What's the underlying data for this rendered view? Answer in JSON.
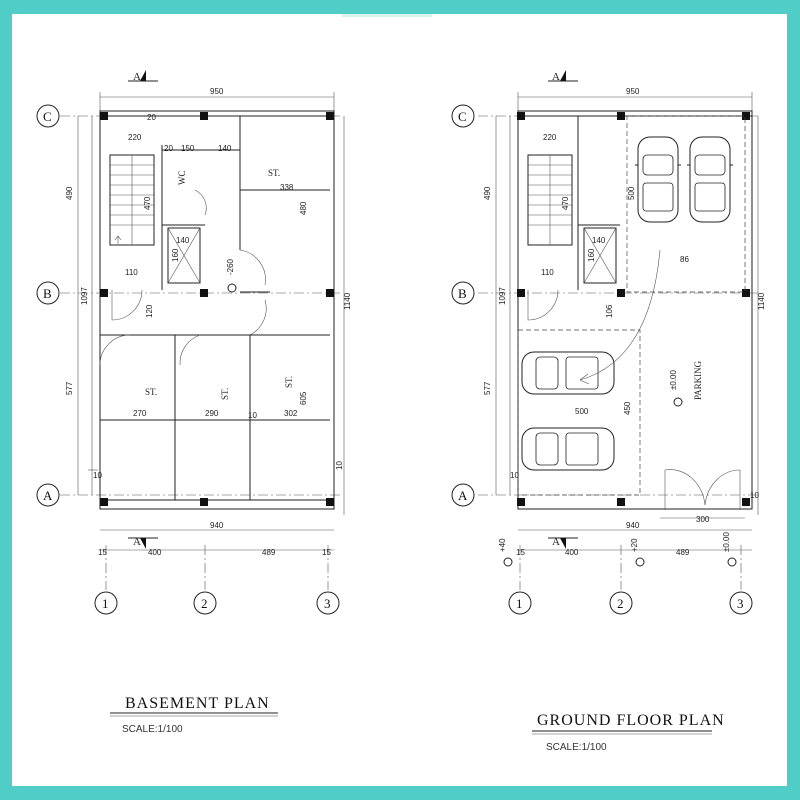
{
  "basement": {
    "title": "BASEMENT     PLAN",
    "scale": "SCALE:1/100",
    "dims": {
      "top_overall": "950",
      "bottom_overall": "940",
      "bottom_left": "400",
      "bottom_right": "489",
      "edge_left": "15",
      "edge_right": "15",
      "left_upper": "490",
      "left_middle": "1097",
      "left_lower": "577",
      "right_overall": "1140",
      "stair_width": "220",
      "wc_150": "150",
      "w_140": "140",
      "d_20a": "20",
      "d_20b": "20",
      "stair_470": "470",
      "lift_140": "140",
      "lift_160": "160",
      "d_110": "110",
      "d_120": "120",
      "st_338": "338",
      "st_480": "480",
      "level": "-260",
      "st_270": "270",
      "st_290": "290",
      "st_302": "302",
      "st_605": "605",
      "d_10a": "10",
      "d_10b": "10",
      "d_10c": "10"
    },
    "rooms": {
      "wc": "WC",
      "st_top": "ST.",
      "st_left": "ST.",
      "st_mid": "ST.",
      "st_right": "ST."
    },
    "bubbles": {
      "c": "C",
      "b": "B",
      "a": "A",
      "n1": "1",
      "n2": "2",
      "n3": "3"
    },
    "section": {
      "top": "A",
      "bottom": "A"
    }
  },
  "ground": {
    "title": "GROUND  FLOOR  PLAN",
    "scale": "SCALE:1/100",
    "dims": {
      "top_overall": "950",
      "bottom_overall": "940",
      "bottom_left": "400",
      "bottom_right": "489",
      "edge_left": "15",
      "left_upper": "490",
      "left_middle": "1097",
      "left_lower": "577",
      "right_overall": "1140",
      "stair_width": "220",
      "stair_470": "470",
      "lift_140": "140",
      "lift_160": "160",
      "d_110": "110",
      "d_106": "106",
      "park_500v": "500",
      "park_86": "86",
      "park_500h": "500",
      "park_450": "450",
      "gate_300": "300",
      "lvl_40": "+40",
      "lvl_20": "+20",
      "lvl_000": "±0.00",
      "d_10a": "10",
      "d_10b": "10"
    },
    "rooms": {
      "parking": "PARKING",
      "parking_level": "±0.00"
    },
    "bubbles": {
      "c": "C",
      "b": "B",
      "a": "A",
      "n1": "1",
      "n2": "2",
      "n3": "3"
    },
    "section": {
      "top": "A",
      "bottom": "A"
    }
  },
  "colors": {
    "frame": "#4fcdc6",
    "paper": "#ffffff",
    "ink": "#222222"
  }
}
